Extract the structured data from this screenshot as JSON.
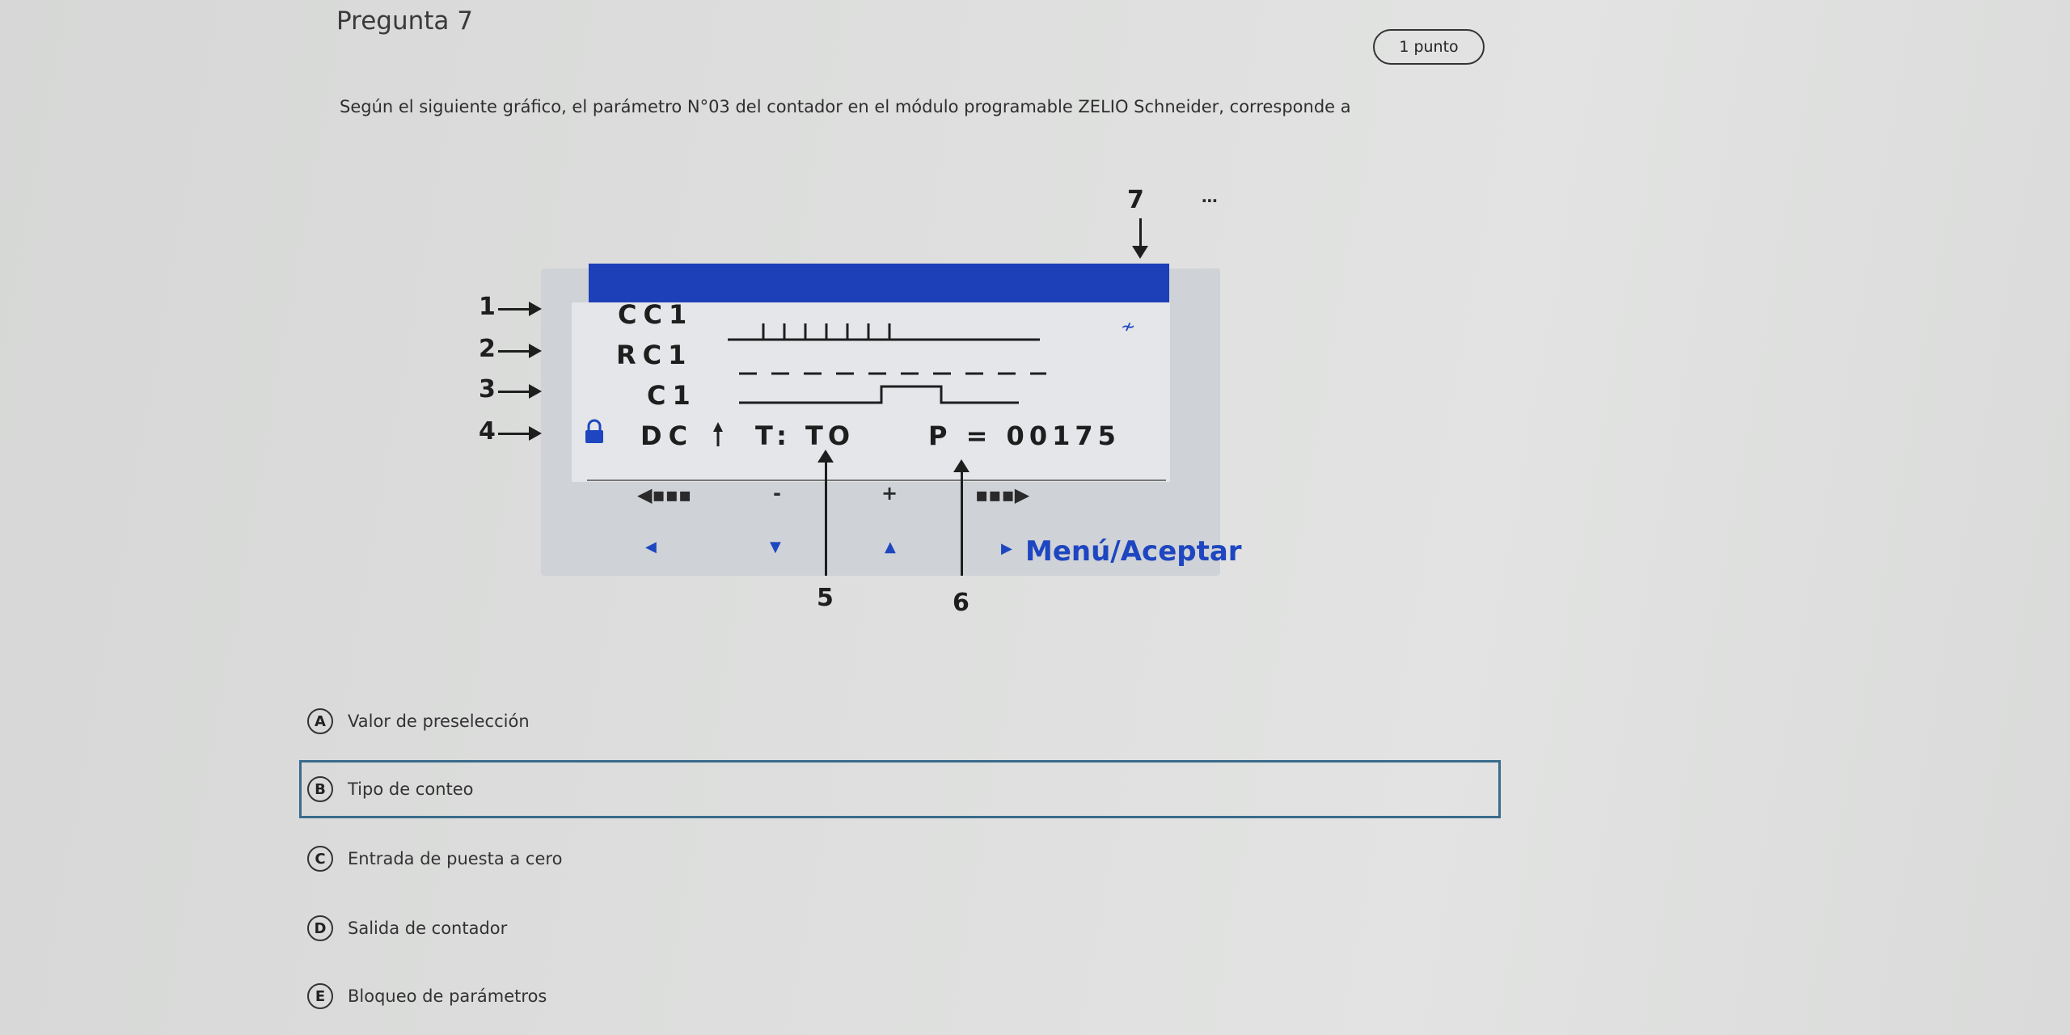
{
  "question": {
    "title": "Pregunta 7",
    "points": "1 punto",
    "text": "Según el siguiente gráfico, el parámetro N°03 del contador en el módulo programable ZELIO Schneider, corresponde a"
  },
  "figure": {
    "callouts": [
      "1",
      "2",
      "3",
      "4",
      "5",
      "6",
      "7"
    ],
    "rows": [
      "CC1",
      "RC1",
      "C1",
      "DC"
    ],
    "time_label": "T: TO",
    "preset_label": "P = 00175",
    "buttons": [
      "-",
      "+"
    ],
    "menu_label": "Menú/Aceptar"
  },
  "options": [
    {
      "letter": "A",
      "text": "Valor de preselección"
    },
    {
      "letter": "B",
      "text": "Tipo de conteo"
    },
    {
      "letter": "C",
      "text": "Entrada de puesta a cero"
    },
    {
      "letter": "D",
      "text": "Salida de contador"
    },
    {
      "letter": "E",
      "text": "Bloqueo de parámetros"
    }
  ],
  "selected_option": "B",
  "colors": {
    "lcd_header": "#1d3fb8",
    "menu_text": "#1e46c0",
    "selected_border": "#3a6b8c"
  }
}
